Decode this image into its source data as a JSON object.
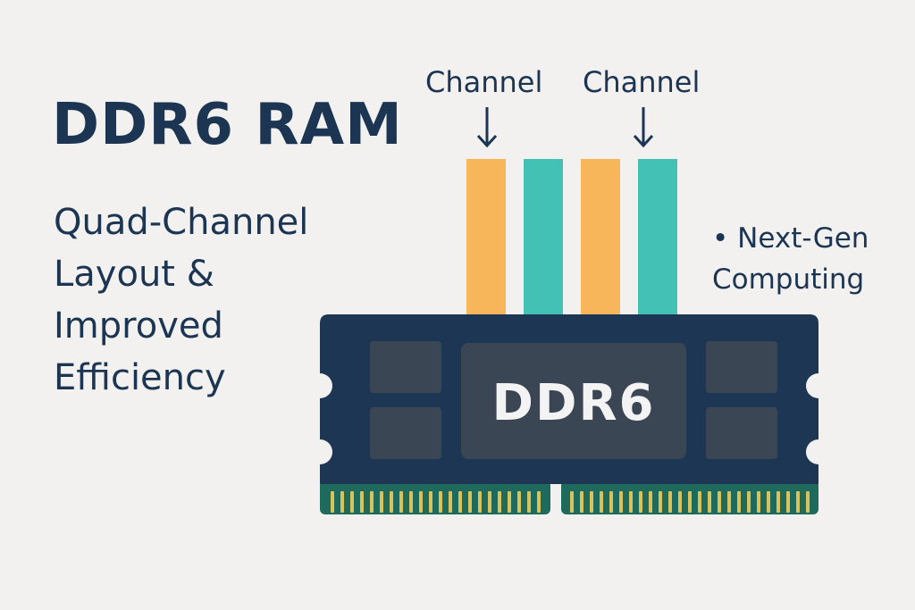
{
  "title": "DDR6 RAM",
  "subtitle_lines": [
    "Quad-Channel",
    "Layout &",
    "Improved",
    "Efficiency"
  ],
  "channel_labels": [
    "Channel",
    "Channel"
  ],
  "note": {
    "bullet": "•",
    "line1": "Next-Gen",
    "line2": "Computing"
  },
  "module_label": "DDR6",
  "colors": {
    "background": "#f2f1ef",
    "text_dark": "#1b3552",
    "module_body": "#1d3653",
    "chip": "#3b4654",
    "chip_label": "#f3f3f3",
    "channel_orange": "#f7b65a",
    "channel_teal": "#43c1b4",
    "pcb_green": "#1e6a5c",
    "contact_gold": "#d9c25c"
  },
  "channel_bar_colors": [
    "orange",
    "teal",
    "orange",
    "teal"
  ],
  "icons": [
    "down-arrow-icon",
    "down-arrow-icon",
    "bullet-dot-icon"
  ]
}
